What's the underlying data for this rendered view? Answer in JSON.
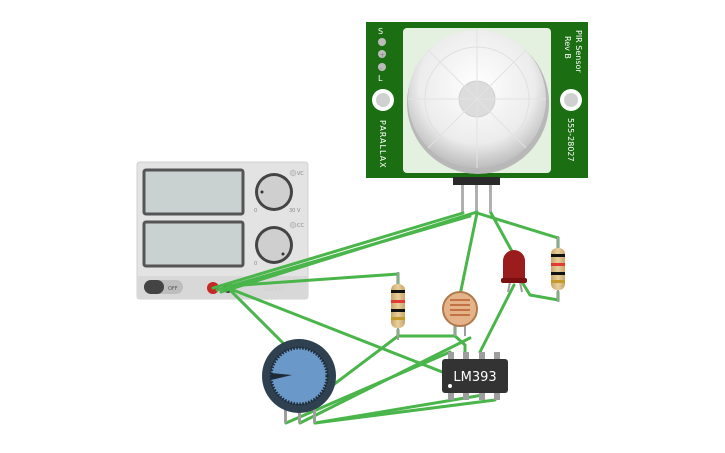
{
  "pir_sensor": {
    "pins": [
      "S",
      "+",
      "-",
      "L"
    ],
    "brand": "PARALLAX",
    "title": "PIR Sensor",
    "revision": "Rev B",
    "part_number": "555-28027",
    "board_color": "#1b6e12"
  },
  "power_supply": {
    "voltage_indicator": "VC",
    "current_indicator": "CC",
    "knob_min": "0",
    "knob_max": "30 V",
    "switch_label": "OFF",
    "faint_label": "SUPPLY"
  },
  "chip": {
    "label": "LM393",
    "color": "#333333"
  },
  "led": {
    "color": "#9b1c1c"
  },
  "wire_color": "#4ab54a"
}
